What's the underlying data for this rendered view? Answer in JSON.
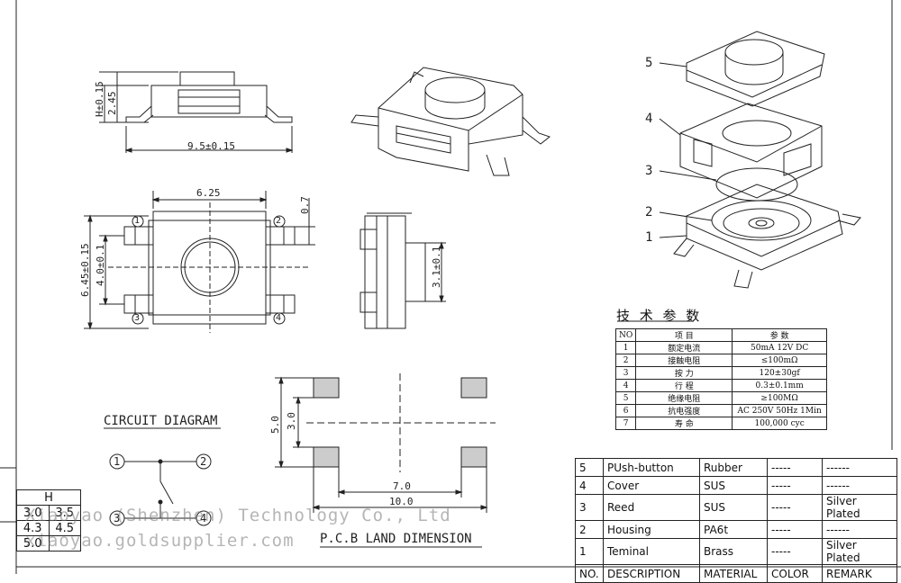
{
  "top_view": {
    "height_dim": "H±0.15",
    "height2_dim": "2.45",
    "width_dim": "9.5±0.15"
  },
  "plan_view": {
    "width_dim": "6.25",
    "height_dim": "6.45±0.15",
    "inner_dim": "4.0±0.1",
    "offset_dim": "0.7",
    "pins": [
      "1",
      "2",
      "3",
      "4"
    ]
  },
  "side_view": {
    "dim": "3.1±0.1"
  },
  "exploded_labels": [
    "5",
    "4",
    "3",
    "2",
    "1"
  ],
  "circuit": {
    "title": "CIRCUIT DIAGRAM",
    "pins": [
      "1",
      "2",
      "3",
      "4"
    ]
  },
  "pcb": {
    "title": "P.C.B LAND DIMENSION",
    "dim_h_outer": "5.0",
    "dim_h_inner": "3.0",
    "dim_w_inner": "7.0",
    "dim_w_outer": "10.0"
  },
  "h_table": {
    "header": "H",
    "rows": [
      [
        "3.0",
        "3.5"
      ],
      [
        "4.3",
        "4.5"
      ],
      [
        "5.0",
        ""
      ]
    ]
  },
  "spec_table": {
    "title": "技 术 参 数",
    "headers": [
      "NO",
      "项 目",
      "参 数"
    ],
    "rows": [
      [
        "1",
        "额定电流",
        "50mA 12V DC"
      ],
      [
        "2",
        "接触电阻",
        "≤100mΩ"
      ],
      [
        "3",
        "按 力",
        "120±30gf"
      ],
      [
        "4",
        "行 程",
        "0.3±0.1mm"
      ],
      [
        "5",
        "绝缘电阻",
        "≥100MΩ"
      ],
      [
        "6",
        "抗电强度",
        "AC 250V 50Hz 1Min"
      ],
      [
        "7",
        "寿 命",
        "100,000 cyc"
      ]
    ]
  },
  "bom": {
    "rows": [
      [
        "5",
        "PUsh-button",
        "Rubber",
        "-----",
        "------"
      ],
      [
        "4",
        "Cover",
        "SUS",
        "-----",
        "------"
      ],
      [
        "3",
        "Reed",
        "SUS",
        "-----",
        "Silver Plated"
      ],
      [
        "2",
        "Housing",
        "PA6t",
        "-----",
        "------"
      ],
      [
        "1",
        "Teminal",
        "Brass",
        "-----",
        "Silver Plated"
      ]
    ],
    "headers": [
      "NO.",
      "DESCRIPTION",
      "MATERIAL",
      "COLOR",
      "REMARK"
    ]
  },
  "watermark": {
    "line1": "Xiaoyao (Shenzhen) Technology Co., Ltd",
    "line2": "xiaoyao.goldsupplier.com"
  }
}
